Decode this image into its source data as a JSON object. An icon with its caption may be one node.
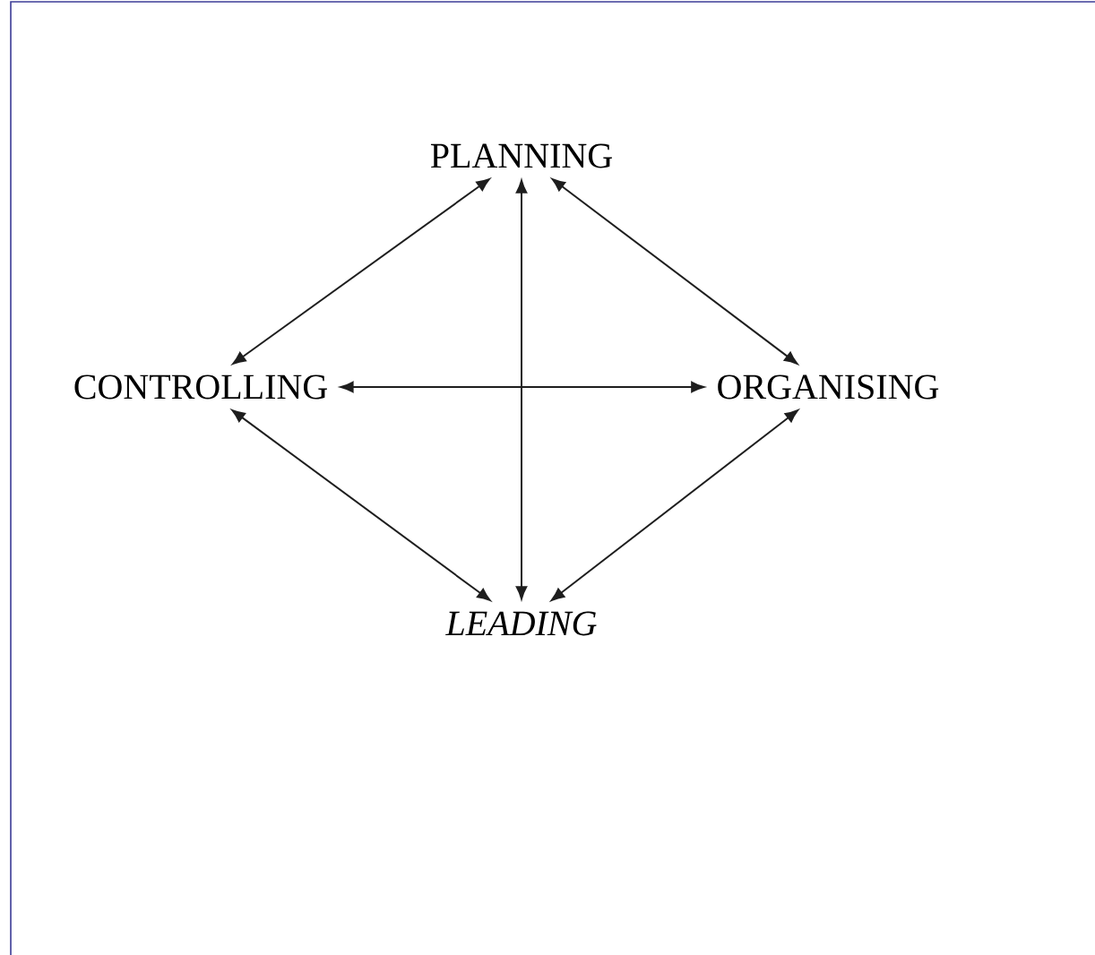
{
  "diagram": {
    "nodes": [
      {
        "text": [
          "PLANNING"
        ]
      },
      {
        "text": [
          "CONTROLLING"
        ]
      },
      {
        "text": [
          "ORGANISING"
        ]
      },
      {
        "text": [
          "LEADING"
        ]
      }
    ],
    "edges": [
      {
        "from": 0,
        "to": 1,
        "arrow": "both"
      },
      {
        "from": 0,
        "to": 2,
        "arrow": "both"
      },
      {
        "from": 0,
        "to": 3,
        "arrow": "both"
      },
      {
        "from": 1,
        "to": 2,
        "arrow": "both"
      },
      {
        "from": 1,
        "to": 3,
        "arrow": "both"
      },
      {
        "from": 2,
        "to": 3,
        "arrow": "both"
      }
    ]
  }
}
